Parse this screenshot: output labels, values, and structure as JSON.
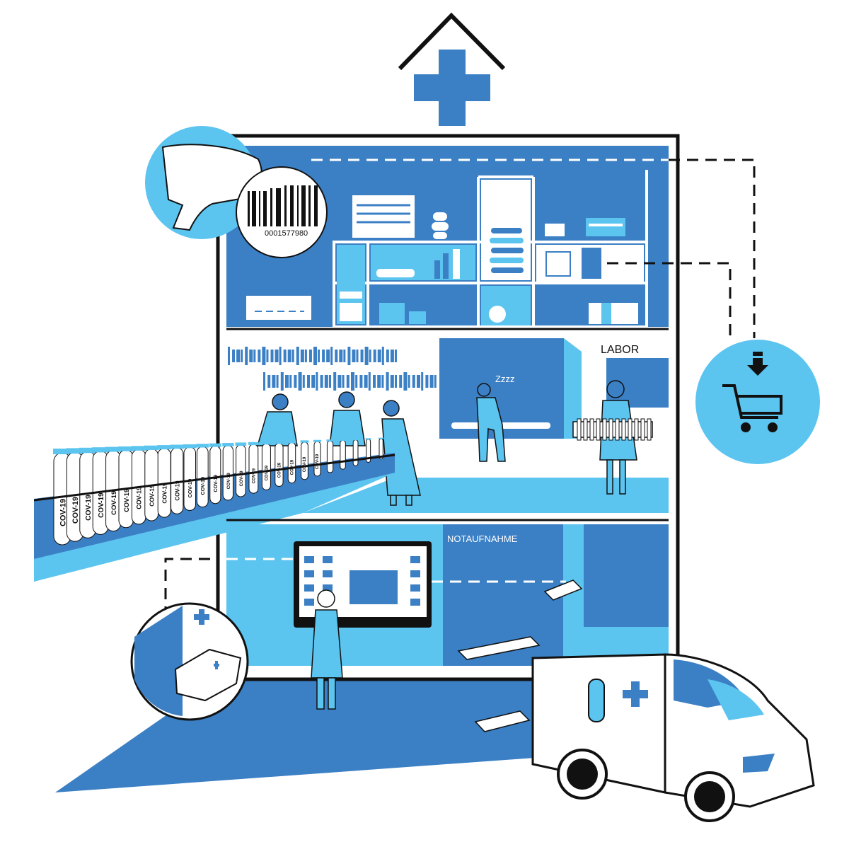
{
  "labels": {
    "barcode_number": "0001577980",
    "labor": "LABOR",
    "notaufnahme": "NOTAUFNAHME",
    "sleep": "Zzzz",
    "tube_label": "COV-19"
  },
  "icons": [
    "hospital-roof-cross-icon",
    "barcode-scanner-icon",
    "shopping-cart-icon",
    "download-arrow-icon",
    "ambulance-icon",
    "test-tube-icon"
  ],
  "colors": {
    "primary_blue": "#3b7fc4",
    "light_blue": "#5bc4ef",
    "pale_blue": "#a9def7",
    "outline": "#111111",
    "background": "#ffffff"
  }
}
